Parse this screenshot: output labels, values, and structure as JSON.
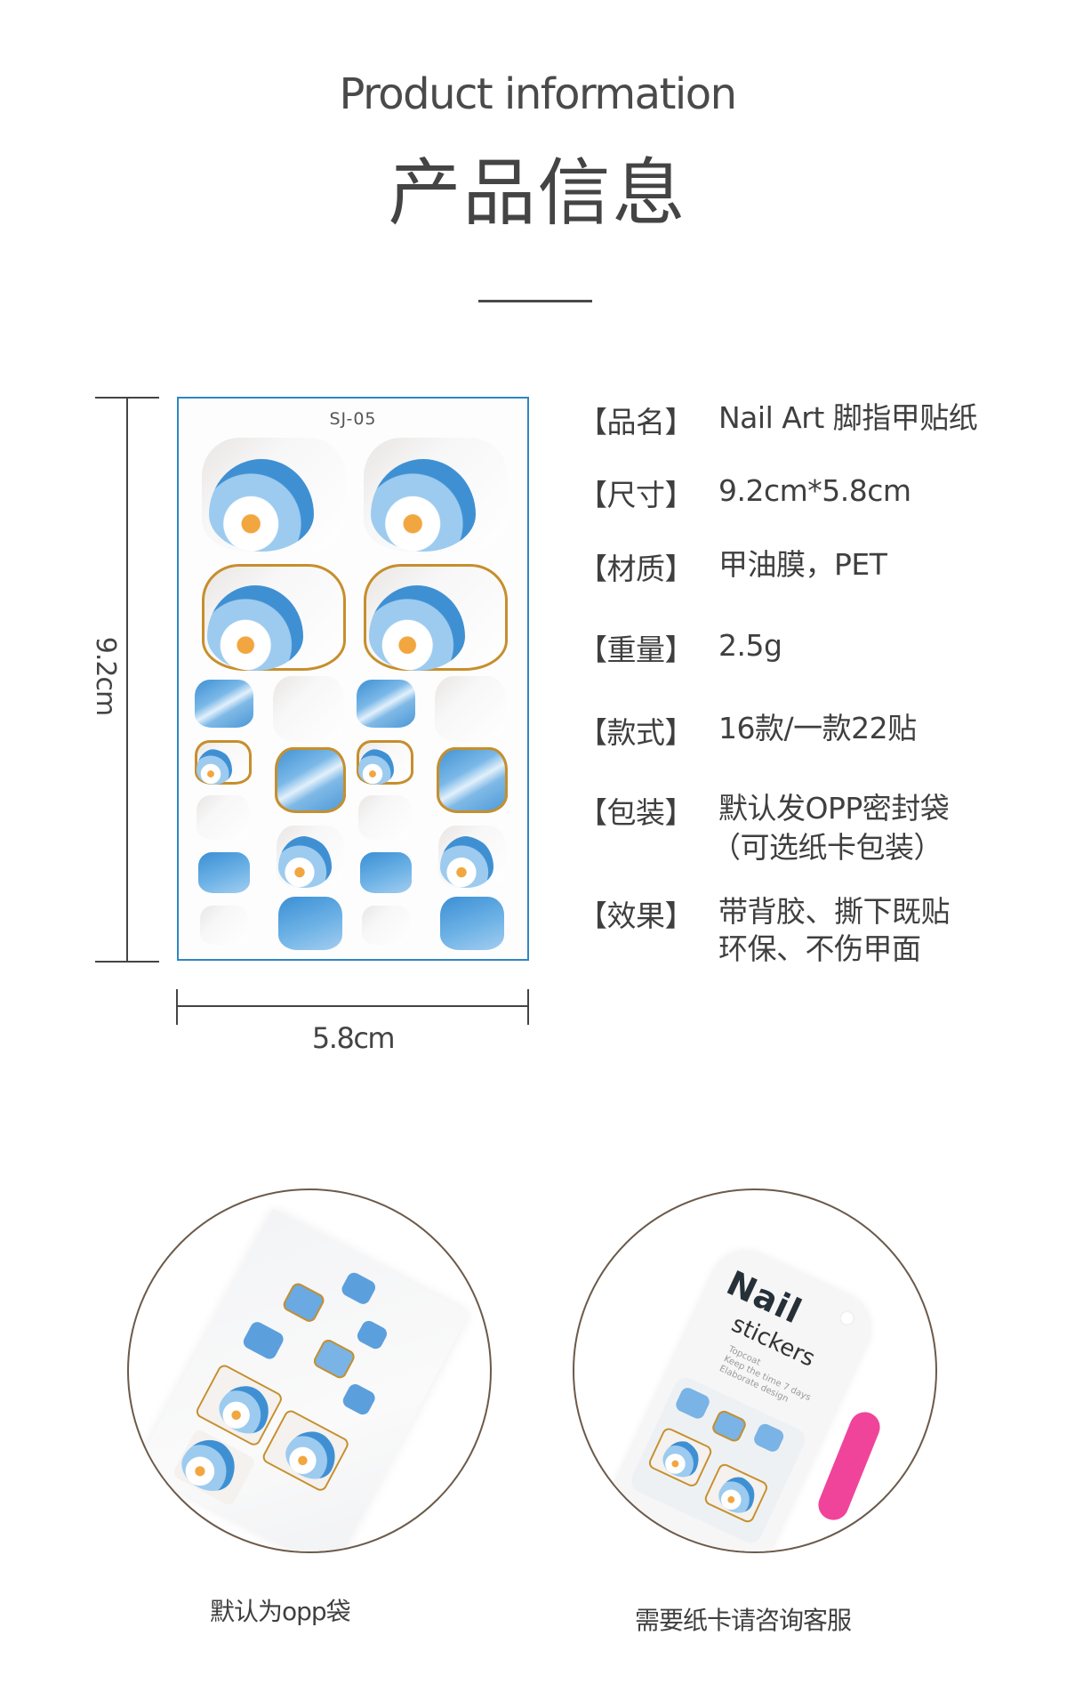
{
  "header": {
    "title_en": "Product information",
    "title_cn": "产品信息"
  },
  "product_card": {
    "code": "SJ-05",
    "height_label": "9.2cm",
    "width_label": "5.8cm",
    "colors": {
      "border": "#2f86c0",
      "nail_blue": "#3b8fd4",
      "gold_line": "#c68f2c",
      "flower_center": "#f2a640"
    }
  },
  "specs": [
    {
      "key": "【品名】",
      "value": "Nail  Art 脚指甲贴纸"
    },
    {
      "key": "【尺寸】",
      "value": "9.2cm*5.8cm"
    },
    {
      "key": "【材质】",
      "value": "甲油膜，PET"
    },
    {
      "key": "【重量】",
      "value": "2.5g"
    },
    {
      "key": "【款式】",
      "value": "16款/一款22贴"
    },
    {
      "key": "【包装】",
      "value": "默认发OPP密封袋",
      "value_line2": "（可选纸卡包装）"
    },
    {
      "key": "【效果】",
      "value": "带背胶、撕下既贴",
      "value_line2": "环保、不伤甲面"
    }
  ],
  "packaging": [
    {
      "caption": "默认为opp袋"
    },
    {
      "caption": "需要纸卡请咨询客服",
      "card_title": "Nail",
      "card_subtitle": "stickers",
      "card_lines": "Topcoat\nKeep the time 7 days\nElaborate design",
      "file_color": "#f0449a"
    }
  ]
}
